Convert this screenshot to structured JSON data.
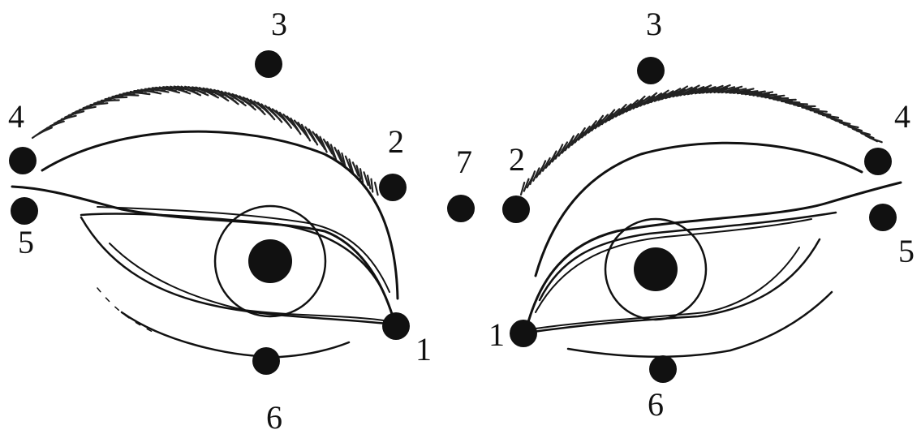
{
  "diagram": {
    "left_eye": {
      "points": [
        {
          "id": "1",
          "label": "1"
        },
        {
          "id": "2",
          "label": "2"
        },
        {
          "id": "3",
          "label": "3"
        },
        {
          "id": "4",
          "label": "4"
        },
        {
          "id": "5",
          "label": "5"
        },
        {
          "id": "6",
          "label": "6"
        }
      ]
    },
    "center_point": {
      "id": "7",
      "label": "7"
    },
    "right_eye": {
      "points": [
        {
          "id": "1",
          "label": "1"
        },
        {
          "id": "2",
          "label": "2"
        },
        {
          "id": "3",
          "label": "3"
        },
        {
          "id": "4",
          "label": "4"
        },
        {
          "id": "5",
          "label": "5"
        },
        {
          "id": "6",
          "label": "6"
        }
      ]
    },
    "colors": {
      "ink": "#111111",
      "background": "#ffffff"
    }
  }
}
